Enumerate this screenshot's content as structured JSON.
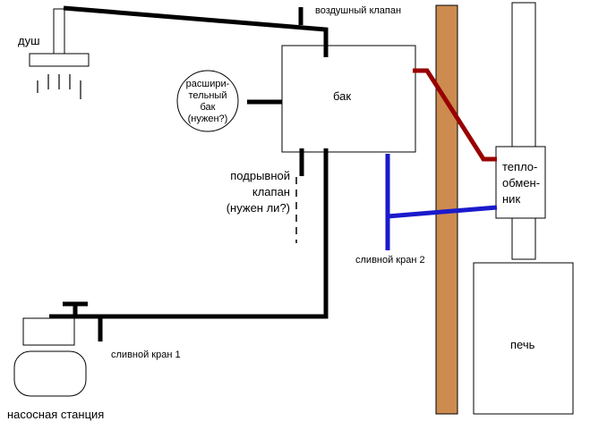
{
  "labels": {
    "shower": "душ",
    "air_valve": "воздушный клапан",
    "expansion_tank": [
      "расшири-",
      "тельный",
      "бак",
      "(нужен?)"
    ],
    "tank": "бак",
    "relief_valve": [
      "подрывной",
      "клапан",
      "(нужен ли?)"
    ],
    "heat_exchanger": [
      "тепло-",
      "обмен-",
      "ник"
    ],
    "drain_valve_2": "сливной кран 2",
    "drain_valve_1": "сливной кран 1",
    "stove": "печь",
    "pump_station": "насосная станция"
  },
  "colors": {
    "pipe_cold": "#000000",
    "pipe_hot": "#990000",
    "pipe_return": "#1a1acc",
    "chimney_wall": "#cd8b4f",
    "outline": "#000000"
  }
}
